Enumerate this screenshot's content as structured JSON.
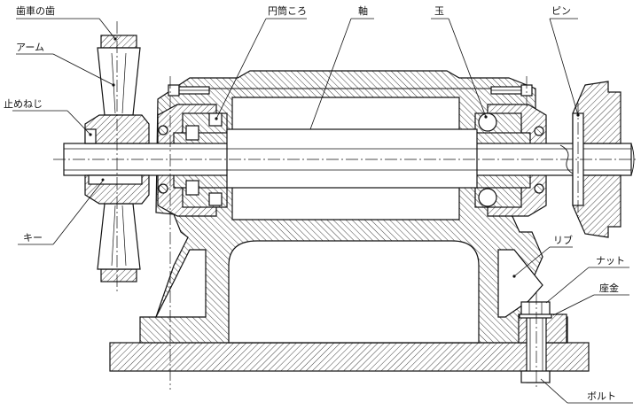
{
  "labels": {
    "gear_tooth": "歯車の歯",
    "arm": "アーム",
    "set_screw": "止めねじ",
    "key": "キー",
    "cylindrical_roller": "円筒ころ",
    "shaft": "軸",
    "ball": "玉",
    "pin": "ピン",
    "rib": "リブ",
    "nut": "ナット",
    "washer": "座金",
    "bolt": "ボルト"
  },
  "colors": {
    "line": "#111111",
    "background": "#ffffff"
  }
}
